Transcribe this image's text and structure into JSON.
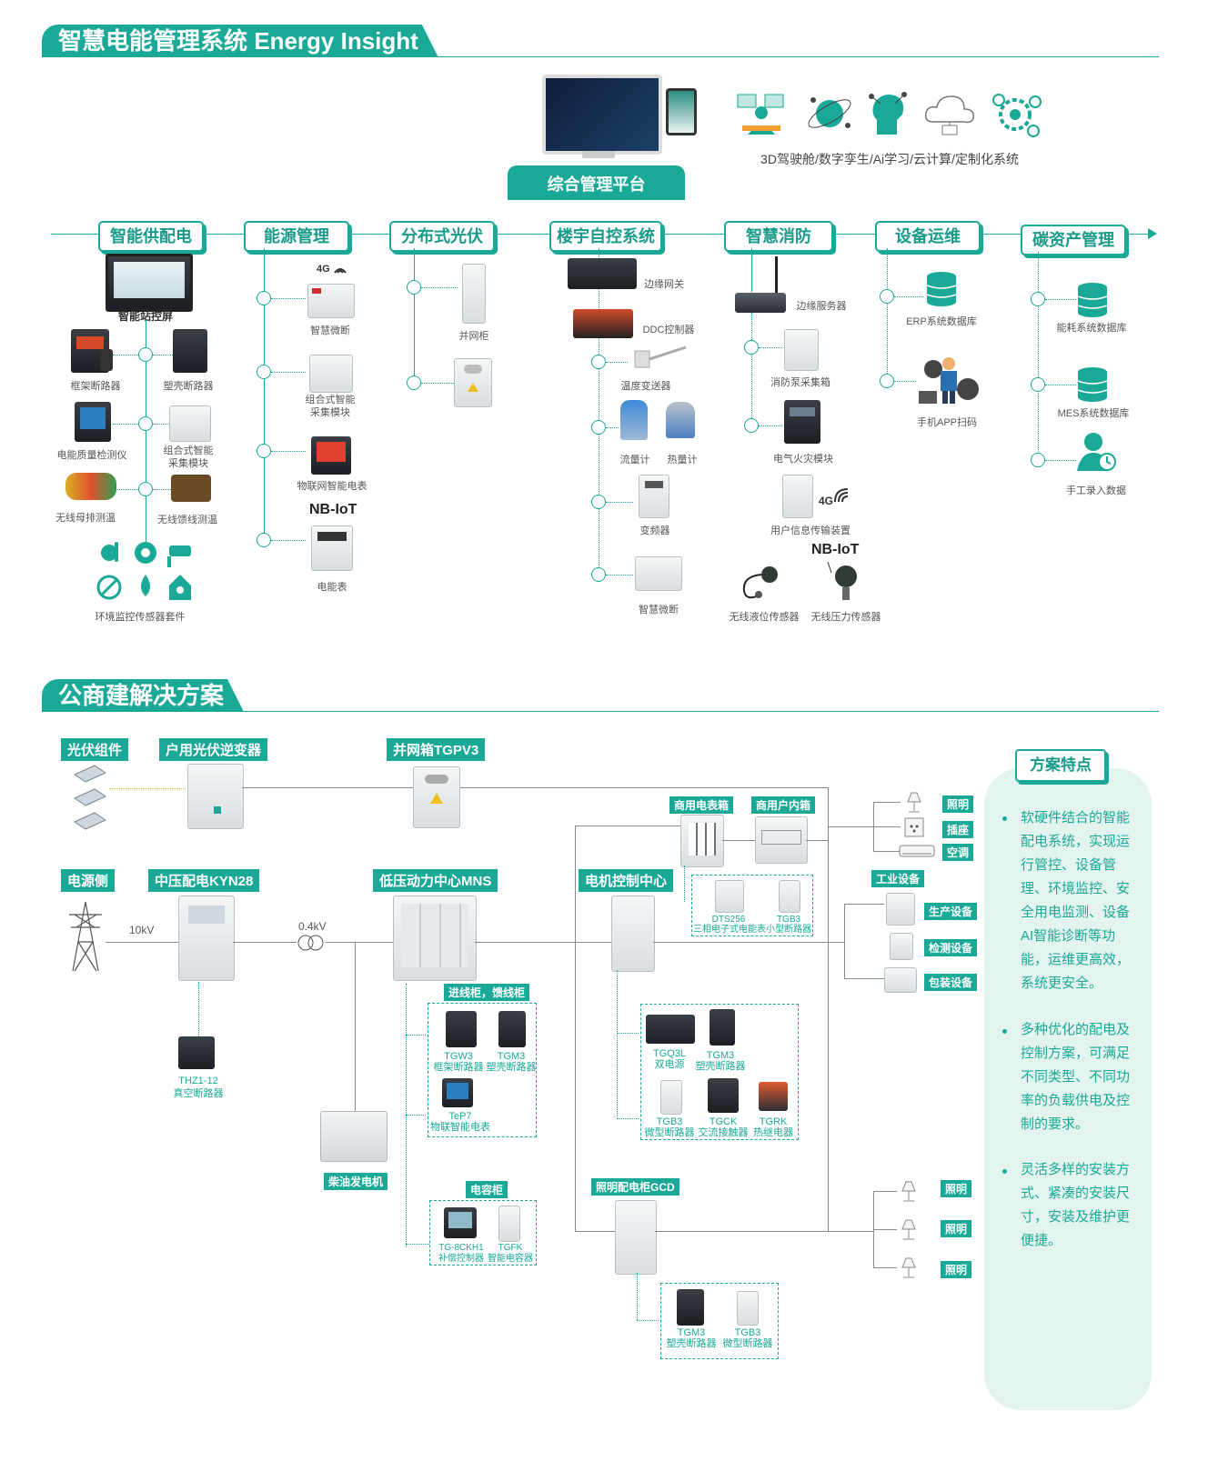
{
  "section1": {
    "title": "智慧电能管理系统 Energy  Insight",
    "platform": "综合管理平台",
    "tech_caption": "3D驾驶舱/数字孪生/Ai学习/云计算/定制化系统",
    "categories": [
      "智能供配电",
      "能源管理",
      "分布式光伏",
      "楼宇自控系统",
      "智慧消防",
      "设备运维",
      "碳资产管理"
    ],
    "power": {
      "screen": "智能站控屏",
      "breaker_frame": "框架断路器",
      "breaker_mold": "塑壳断路器",
      "pq": "电能质量检测仪",
      "collect": "组合式智能\n采集模块",
      "busbar": "无线母排测温",
      "feeder": "无线馈线测温",
      "env": "环境监控传感器套件"
    },
    "energy": {
      "badge_4g": "4G",
      "micro": "智慧微断",
      "collect": "组合式智能\n采集模块",
      "iot_meter": "物联网智能电表",
      "nb": "NB-IoT",
      "meter": "电能表"
    },
    "pv": {
      "cabinet": "并网柜"
    },
    "building": {
      "gateway": "边缘网关",
      "ddc": "DDC控制器",
      "temp": "温度变送器",
      "flow": "流量计",
      "heat": "热量计",
      "inverter": "变频器",
      "micro": "智慧微断"
    },
    "fire": {
      "server": "边缘服务器",
      "pump": "消防泵采集箱",
      "fire_module": "电气火灾模块",
      "badge_4g": "4G",
      "transmit": "用户信息传输装置",
      "nb": "NB-IoT",
      "level": "无线液位传感器",
      "pressure": "无线压力传感器"
    },
    "ops": {
      "erp": "ERP系统数据库",
      "app": "手机APP扫码"
    },
    "carbon": {
      "energy_db": "能耗系统数据库",
      "mes": "MES系统数据库",
      "manual": "手工录入数据"
    }
  },
  "section2": {
    "title": "公商建解决方案",
    "pv_module": "光伏组件",
    "inverter": "户用光伏逆变器",
    "grid_box": "并网箱TGPV3",
    "source": "电源侧",
    "mv": "中压配电KYN28",
    "lv": "低压动力中心MNS",
    "mcc": "电机控制中心",
    "v10": "10kV",
    "v04": "0.4kV",
    "vcb_model": "THZ1-12",
    "vcb_name": "真空断路器",
    "incoming": "进线柜，馈线柜",
    "tgw3": "TGW3",
    "tgw3_name": "框架断路器",
    "tgm3": "TGM3",
    "tgm3_name": "塑壳断路器",
    "tep7": "TeP7",
    "tep7_name": "物联智能电表",
    "generator": "柴油发电机",
    "capacitor": "电容柜",
    "tg8ckh1": "TG-8CKH1",
    "tg8ckh1_name": "补偿控制器",
    "tgfk": "TGFK",
    "tgfk_name": "智能电容器",
    "meter_box": "商用电表箱",
    "home_box": "商用户内箱",
    "dts256": "DTS256",
    "dts256_name": "三相电子式电能表",
    "tgb3": "TGB3",
    "tgb3_name": "小型断路器",
    "tgq3l": "TGQ3L",
    "tgq3l_name": "双电源",
    "tgb3b_name": "微型断路器",
    "tgck": "TGCK",
    "tgck_name": "交流接触器",
    "tgrk": "TGRK",
    "tgrk_name": "热继电器",
    "lighting_box": "照明配电柜GCD",
    "loads_top": [
      "照明",
      "插座",
      "空调"
    ],
    "industrial": "工业设备",
    "loads_ind": [
      "生产设备",
      "检测设备",
      "包装设备"
    ],
    "loads_light": [
      "照明",
      "照明",
      "照明"
    ],
    "features_title": "方案特点",
    "features": [
      "软硬件结合的智能配电系统，实现运行管控、设备管理、环境监控、安全用电监测、设备AI智能诊断等功能，运维更高效，系统更安全。",
      "多种优化的配电及控制方案，可满足不同类型、不同功率的负载供电及控制的要求。",
      "灵活多样的安装方式、紧凑的安装尺寸，安装及维护更便捷。"
    ]
  },
  "colors": {
    "accent": "#1aa996",
    "panel": "#e3f3ee"
  }
}
